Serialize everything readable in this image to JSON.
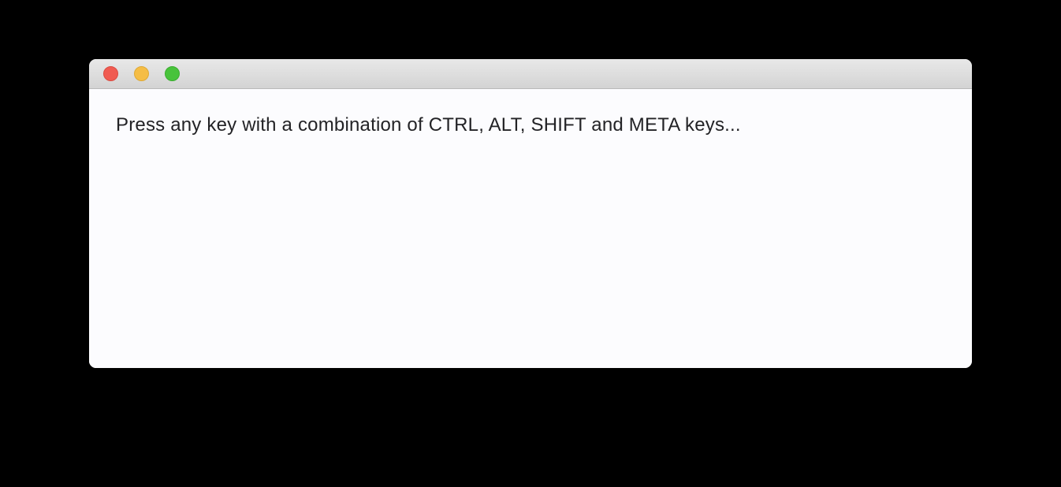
{
  "window": {
    "titlebar": {
      "buttons": [
        {
          "name": "close",
          "color": "#f05b51"
        },
        {
          "name": "minimize",
          "color": "#f5bd45"
        },
        {
          "name": "zoom",
          "color": "#48c33b"
        }
      ]
    },
    "content": {
      "message": "Press any key with a combination of CTRL, ALT, SHIFT and META keys..."
    },
    "colors": {
      "desktop_background": "#000000",
      "window_background": "#fcfcfe",
      "titlebar_gradient_top": "#e8e8e8",
      "titlebar_gradient_bottom": "#d3d3d3",
      "text": "#232326"
    }
  }
}
